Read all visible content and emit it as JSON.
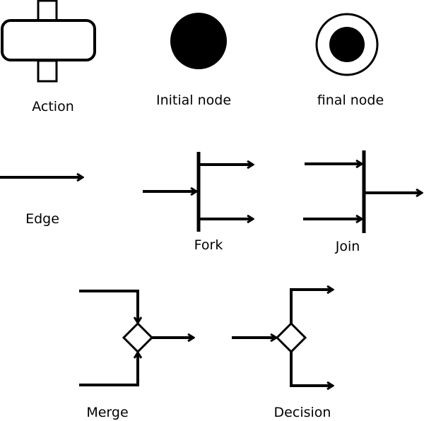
{
  "title": "UML Activity Diagram Notation",
  "colors": {
    "stroke": "#000000",
    "fill": "#000000",
    "background": "#ffffff"
  },
  "symbols": [
    {
      "id": "action",
      "label": "Action",
      "shape": "rounded-rectangle-with-pins"
    },
    {
      "id": "initial",
      "label": "Initial node",
      "shape": "filled-circle"
    },
    {
      "id": "final",
      "label": "final node",
      "shape": "bullseye-circle"
    },
    {
      "id": "edge",
      "label": "Edge",
      "shape": "arrow"
    },
    {
      "id": "fork",
      "label": "Fork",
      "shape": "bar-one-in-two-out"
    },
    {
      "id": "join",
      "label": "Join",
      "shape": "bar-two-in-one-out"
    },
    {
      "id": "merge",
      "label": "Merge",
      "shape": "diamond-two-in-one-out"
    },
    {
      "id": "decision",
      "label": "Decision",
      "shape": "diamond-one-in-two-out"
    }
  ]
}
